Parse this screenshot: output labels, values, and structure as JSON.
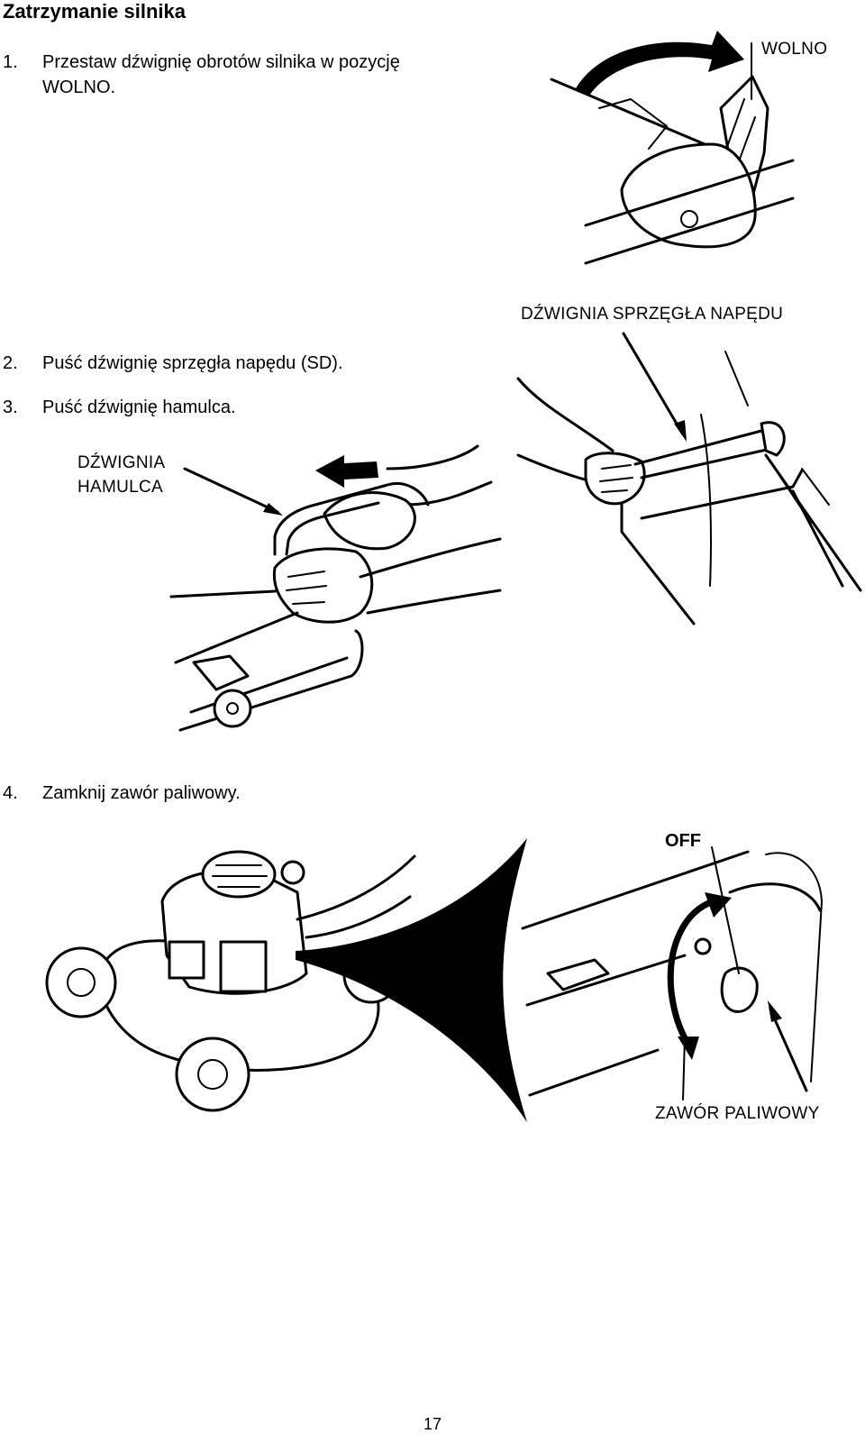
{
  "title": "Zatrzymanie silnika",
  "steps": [
    {
      "num": "1.",
      "line1": "Przestaw dźwignię obrotów silnika w pozycję",
      "line2": "WOLNO."
    },
    {
      "num": "2.",
      "line1": "Puść dźwignię sprzęgła napędu (SD)."
    },
    {
      "num": "3.",
      "line1": "Puść dźwignię hamulca."
    },
    {
      "num": "4.",
      "line1": "Zamknij zawór paliwowy."
    }
  ],
  "labels": {
    "wolno": "WOLNO",
    "drive_clutch": "DŹWIGNIA SPRZĘGŁA NAPĘDU",
    "brake_line1": "DŹWIGNIA",
    "brake_line2": "HAMULCA",
    "off": "OFF",
    "fuel_valve": "ZAWÓR PALIWOWY"
  },
  "page_number": "17"
}
